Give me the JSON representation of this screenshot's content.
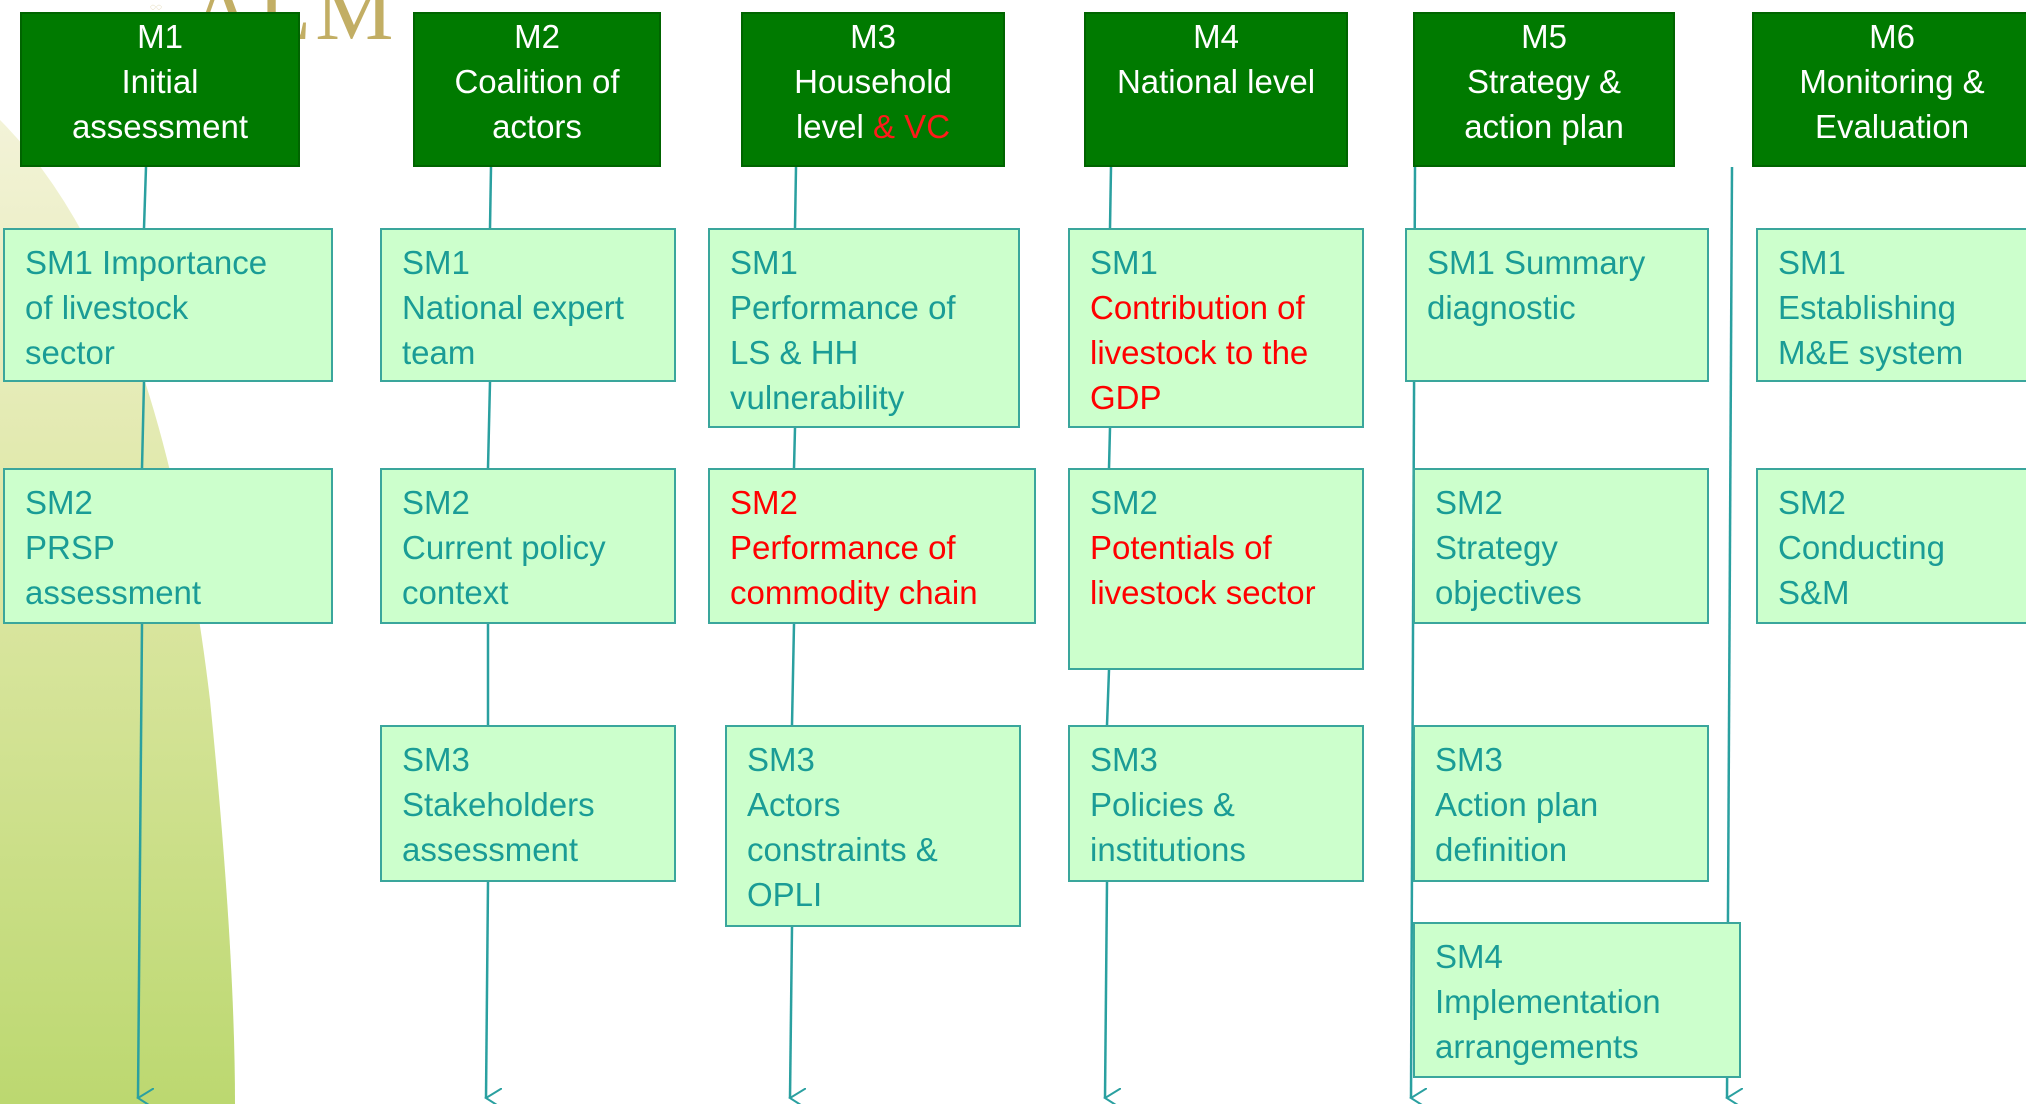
{
  "colors": {
    "module_fill": "#007a00",
    "module_text": "#ffffff",
    "submodule_fill": "#ccffcc",
    "submodule_text": "#1a9c96",
    "highlight": "#ff0000",
    "connector": "#2aa0a0"
  },
  "logo_text": "ALM",
  "modules": [
    {
      "lines": [
        "M1",
        "Initial",
        "assessment"
      ]
    },
    {
      "lines": [
        "M2",
        "Coalition of",
        "actors"
      ]
    },
    {
      "lines": [
        "M3",
        "Household"
      ],
      "line3_a": "level ",
      "line3_b": "& VC"
    },
    {
      "lines": [
        "M4",
        "National level"
      ]
    },
    {
      "lines": [
        "M5",
        "Strategy &",
        "action plan"
      ]
    },
    {
      "lines": [
        "M6",
        "Monitoring &",
        "Evaluation"
      ]
    }
  ],
  "submodules": {
    "m1": [
      {
        "lines": [
          "SM1 Importance",
          "of livestock",
          "sector"
        ]
      },
      {
        "lines": [
          "SM2",
          "PRSP",
          "assessment"
        ]
      }
    ],
    "m2": [
      {
        "lines": [
          "SM1",
          "National expert",
          "team"
        ]
      },
      {
        "lines": [
          "SM2",
          "Current policy",
          "context"
        ]
      },
      {
        "lines": [
          "SM3",
          "Stakeholders",
          "assessment"
        ]
      }
    ],
    "m3": [
      {
        "lines": [
          "SM1",
          "Performance of",
          "LS & HH",
          "vulnerability"
        ]
      },
      {
        "lines": [
          "SM2",
          "Performance of",
          "commodity chain"
        ]
      },
      {
        "lines": [
          "SM3",
          "Actors",
          "constraints &",
          "OPLI"
        ]
      }
    ],
    "m4": [
      {
        "lines": [
          "SM1",
          "Contribution of",
          "livestock to the",
          "GDP"
        ]
      },
      {
        "lines": [
          "SM2",
          "Potentials of",
          "livestock sector"
        ]
      },
      {
        "lines": [
          "SM3",
          "Policies &",
          "institutions"
        ]
      }
    ],
    "m5": [
      {
        "lines": [
          "SM1 Summary",
          "diagnostic"
        ]
      },
      {
        "lines": [
          "SM2",
          "Strategy",
          "objectives"
        ]
      },
      {
        "lines": [
          "SM3",
          "Action plan",
          "definition"
        ]
      },
      {
        "lines": [
          "SM4",
          "Implementation",
          "arrangements"
        ]
      }
    ],
    "m6": [
      {
        "lines": [
          "SM1",
          "Establishing",
          "M&E system"
        ]
      },
      {
        "lines": [
          "SM2",
          "Conducting",
          "S&M"
        ]
      }
    ]
  }
}
